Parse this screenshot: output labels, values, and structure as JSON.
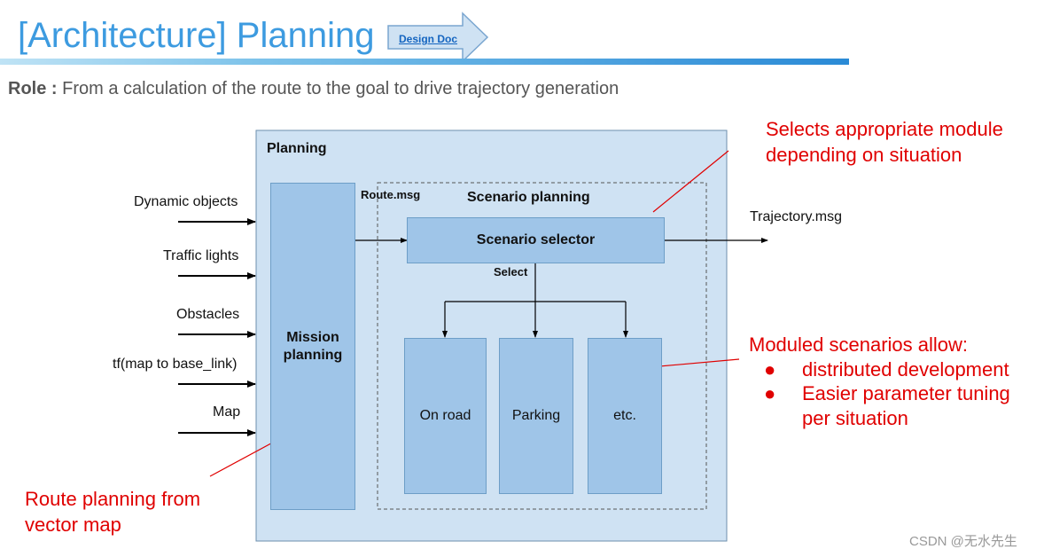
{
  "title": "[Architecture] Planning",
  "design_doc_link": "Design Doc",
  "role": {
    "label": "Role :",
    "text": "From a calculation of the route to the goal to drive trajectory generation"
  },
  "inputs": [
    "Dynamic objects",
    "Traffic lights",
    "Obstacles",
    "tf(map to base_link)",
    "Map"
  ],
  "planning_label": "Planning",
  "mission_planning": "Mission planning",
  "route_msg": "Route.msg",
  "scenario_planning_label": "Scenario planning",
  "scenario_selector": "Scenario selector",
  "select_label": "Select",
  "scenarios": [
    "On road",
    "Parking",
    "etc."
  ],
  "output": "Trajectory.msg",
  "annotations": {
    "selector_note": [
      "Selects appropriate module",
      "depending on situation"
    ],
    "modules_title": "Moduled scenarios allow:",
    "modules_bullets": [
      "distributed development",
      "Easier parameter tuning"
    ],
    "modules_bullet_cont": "per situation",
    "route_note": [
      "Route planning from",
      "vector map"
    ]
  },
  "watermark": "CSDN @无水先生",
  "colors": {
    "title": "#3d9be0",
    "panel": "#cfe2f3",
    "box": "#9fc5e8",
    "annotation": "#e00000"
  }
}
